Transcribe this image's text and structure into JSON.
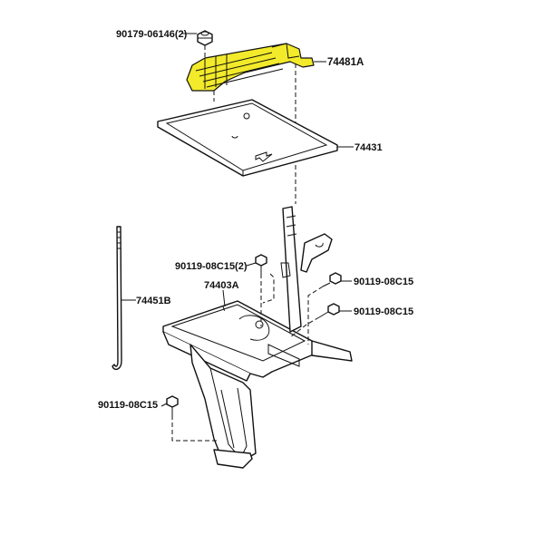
{
  "highlight_color": "#f2ea2a",
  "line_color": "#111111",
  "labels": {
    "p90179": "90179-06146(2)",
    "p74481a": "74481A",
    "p74431": "74431",
    "p90119_2": "90119-08C15(2)",
    "p74403a": "74403A",
    "p74451b": "74451B",
    "p90119_r1": "90119-08C15",
    "p90119_r2": "90119-08C15",
    "p90119_l": "90119-08C15"
  }
}
